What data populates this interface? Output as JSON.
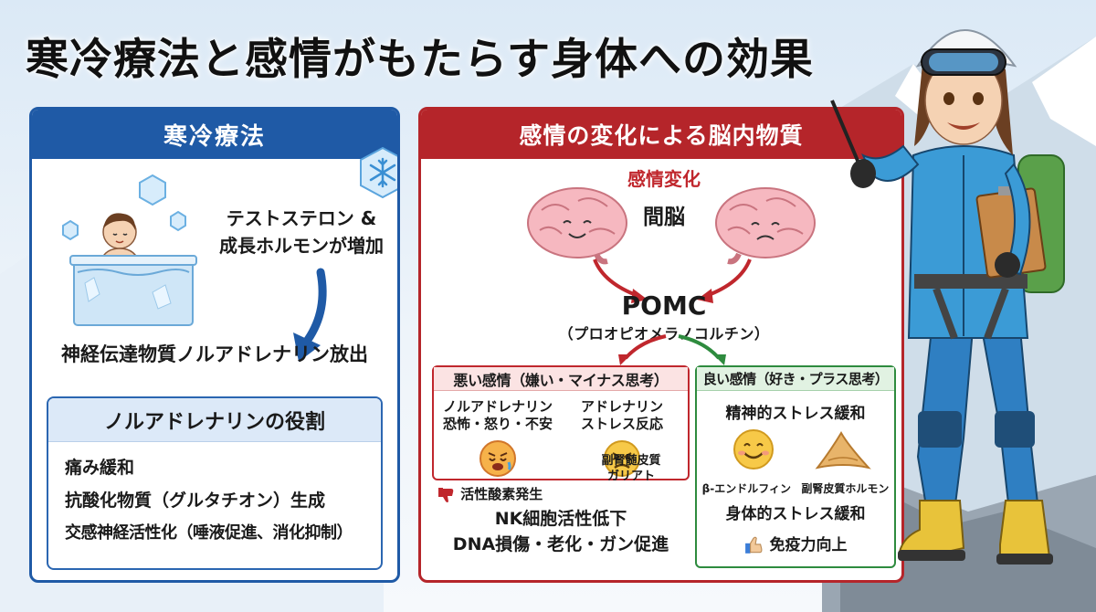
{
  "title": "寒冷療法と感情がもたらす身体への効果",
  "left_panel": {
    "header": "寒冷療法",
    "text1_line1": "テストステロン &",
    "text1_line2": "成長ホルモンが増加",
    "text2": "神経伝達物質ノルアドレナリン放出",
    "role_box": {
      "header": "ノルアドレナリンの役割",
      "items": [
        "痛み緩和",
        "抗酸化物質（グルタチオン）生成",
        "交感神経活性化（唾液促進、消化抑制）"
      ]
    }
  },
  "right_panel": {
    "header": "感情の変化による脳内物質",
    "emotion_change": "感情変化",
    "brain_label": "間脳",
    "pomc": "POMC",
    "pomc_sub": "（プロオピオメラノコルチン）",
    "bad": {
      "header": "悪い感情（嫌い・マイナス思考）",
      "col1_line1": "ノルアドレナリン",
      "col1_line2": "恐怖・怒り・不安",
      "col2_line1": "アドレナリン",
      "col2_line2": "ストレス反応",
      "col2_sub_line1": "副腎髄皮質",
      "col2_sub_line2": "ガリアト",
      "active_oxygen": "活性酸素発生",
      "nk_line1": "NK細胞活性低下",
      "nk_line2": "DNA損傷・老化・ガン促進"
    },
    "good": {
      "header": "良い感情（好き・プラス思考）",
      "line1": "精神的ストレス緩和",
      "label_left": "β-エンドルフィン",
      "label_right": "副腎皮質ホルモン",
      "line2": "身体的ストレス緩和",
      "line3": "免疫力向上"
    }
  },
  "colors": {
    "blue": "#1f5aa6",
    "red": "#b5252a",
    "green": "#2e8b3e"
  }
}
